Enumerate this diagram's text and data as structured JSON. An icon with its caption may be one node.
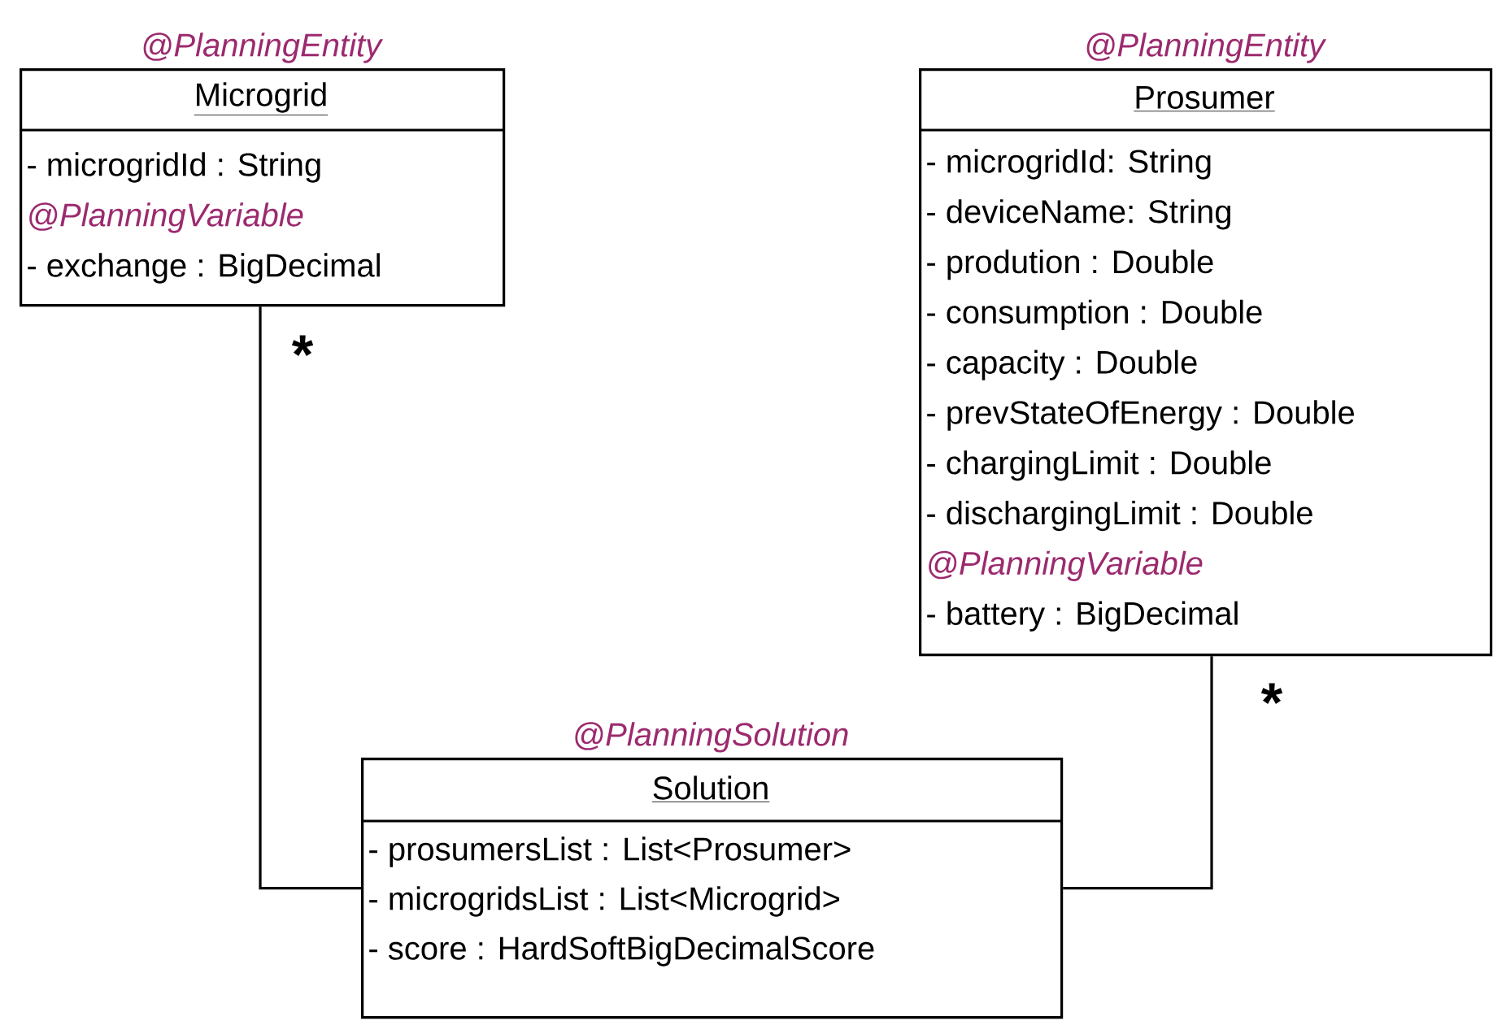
{
  "diagram": {
    "nodes": [
      {
        "text": [
          "@PlanningEntity",
          "Microgrid",
          "- microgridId : String",
          "@PlanningVariable",
          "- exchange : BigDecimal"
        ]
      },
      {
        "text": [
          "@PlanningEntity",
          "Prosumer",
          "- microgridId: String",
          "- deviceName: String",
          "- prodution : Double",
          "- consumption : Double",
          "- capacity : Double",
          "- prevStateOfEnergy : Double",
          "- chargingLimit : Double",
          "- dischargingLimit : Double",
          "@PlanningVariable",
          "- battery : BigDecimal"
        ]
      },
      {
        "text": [
          "@PlanningSolution",
          "Solution",
          "- prosumersList : List<Prosumer>",
          "- microgridsList : List<Microgrid>",
          "- score : HardSoftBigDecimalScore"
        ]
      }
    ],
    "edges": [
      {
        "from": 0,
        "to": 2,
        "arrow": "none",
        "label": "*"
      },
      {
        "from": 1,
        "to": 2,
        "arrow": "none",
        "label": "*"
      }
    ]
  }
}
